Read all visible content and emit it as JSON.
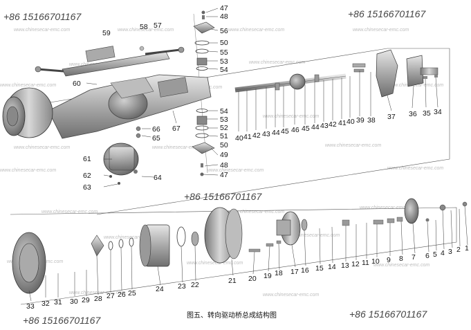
{
  "phones": [
    "+86 15166701167",
    "+86 15166701167",
    "+86 15166701167",
    "+86 15166701167",
    "+86 15166701167"
  ],
  "watermark": "www.chinesecar-emc.com",
  "caption": "图五、转向驱动桥总成结构图",
  "labels": [
    "47",
    "48",
    "56",
    "50",
    "55",
    "53",
    "54",
    "59",
    "58",
    "57",
    "60",
    "66",
    "65",
    "67",
    "54",
    "53",
    "52",
    "51",
    "50",
    "49",
    "48",
    "47",
    "61",
    "62",
    "63",
    "64",
    "40",
    "41",
    "42",
    "43",
    "44",
    "45",
    "46",
    "45",
    "44",
    "43",
    "42",
    "41",
    "40",
    "39",
    "38",
    "37",
    "36",
    "35",
    "34",
    "1",
    "2",
    "3",
    "4",
    "5",
    "6",
    "7",
    "8",
    "9",
    "10",
    "11",
    "12",
    "13",
    "14",
    "15",
    "16",
    "17",
    "18",
    "19",
    "20",
    "21",
    "22",
    "23",
    "24",
    "25",
    "26",
    "27",
    "28",
    "29",
    "30",
    "31",
    "32",
    "33"
  ]
}
